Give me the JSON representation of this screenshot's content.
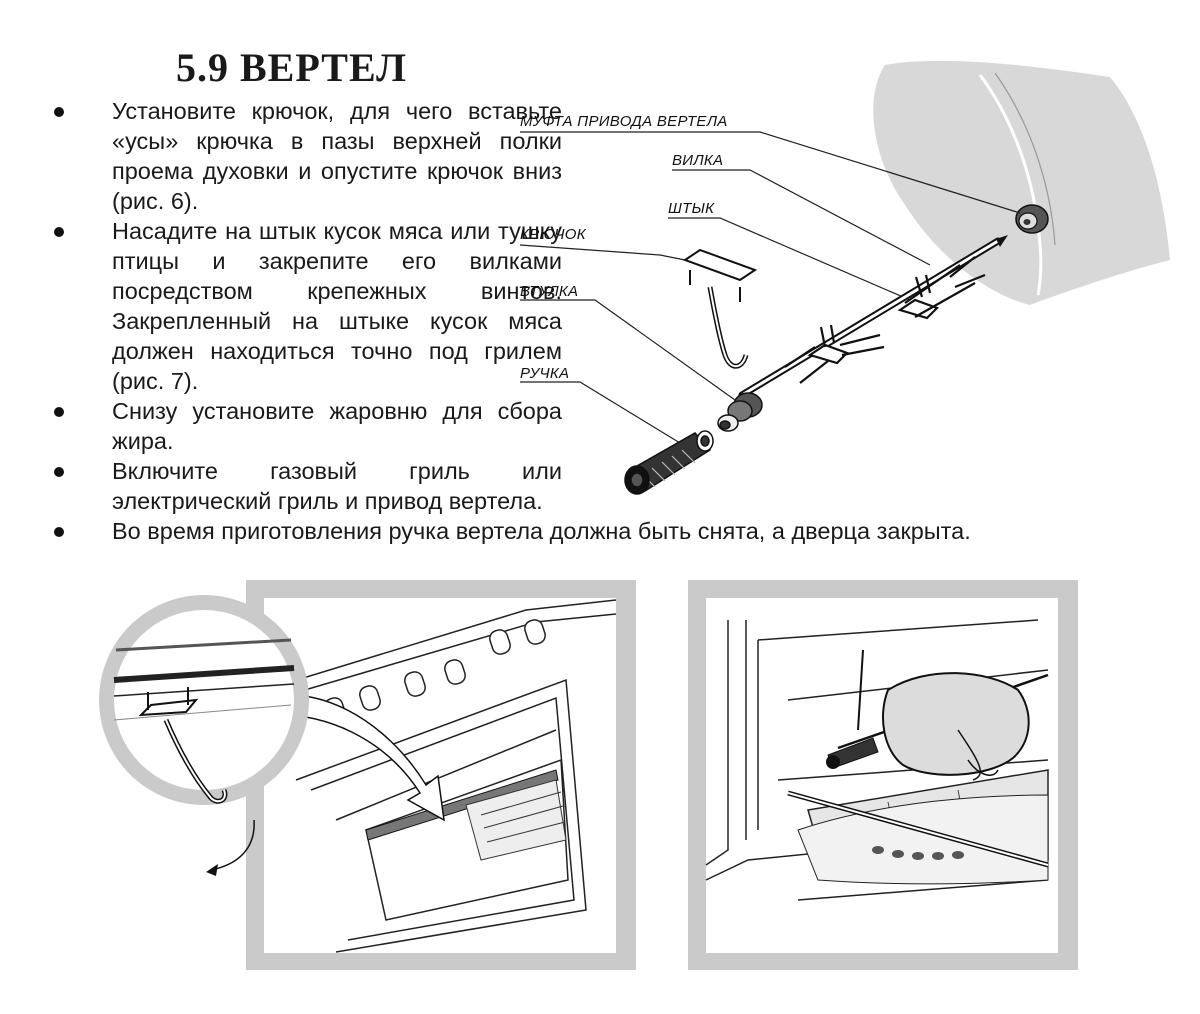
{
  "section": {
    "title": "5.9 ВЕРТЕЛ"
  },
  "instructions": [
    "Установите крючок, для чего вставьте «усы» крючка в пазы верхней полки проема духовки и опустите крючок вниз (рис. 6).",
    "Насадите на штык кусок мяса или тушку птицы и закрепите его вилками посредством крепежных винтов. Закрепленный на штыке кусок мяса должен находиться точно под грилем (рис. 7).",
    "Снизу установите жаровню для сбора жира.",
    "Включите газовый гриль или электрический гриль и привод вертела.",
    "Во время приготовления ручка вертела должна быть снята, а дверца закрыта."
  ],
  "diagram": {
    "labels": {
      "coupling": "МУФТА ПРИВОДА ВЕРТЕЛА",
      "fork": "ВИЛКА",
      "spit": "ШТЫК",
      "hook": "КРЮЧОК",
      "bushing": "ВТУЛКА",
      "handle": "РУЧКА"
    }
  },
  "icons": {
    "bullet": "bullet-dot-icon",
    "rotate_arrow": "rotate-arrow-icon",
    "insert_arrow": "insert-arrow-icon"
  },
  "colors": {
    "text": "#1a1a1a",
    "frame_gray": "#c8c8c8",
    "panel_gray": "#d4d4d4",
    "line": "#222222"
  }
}
